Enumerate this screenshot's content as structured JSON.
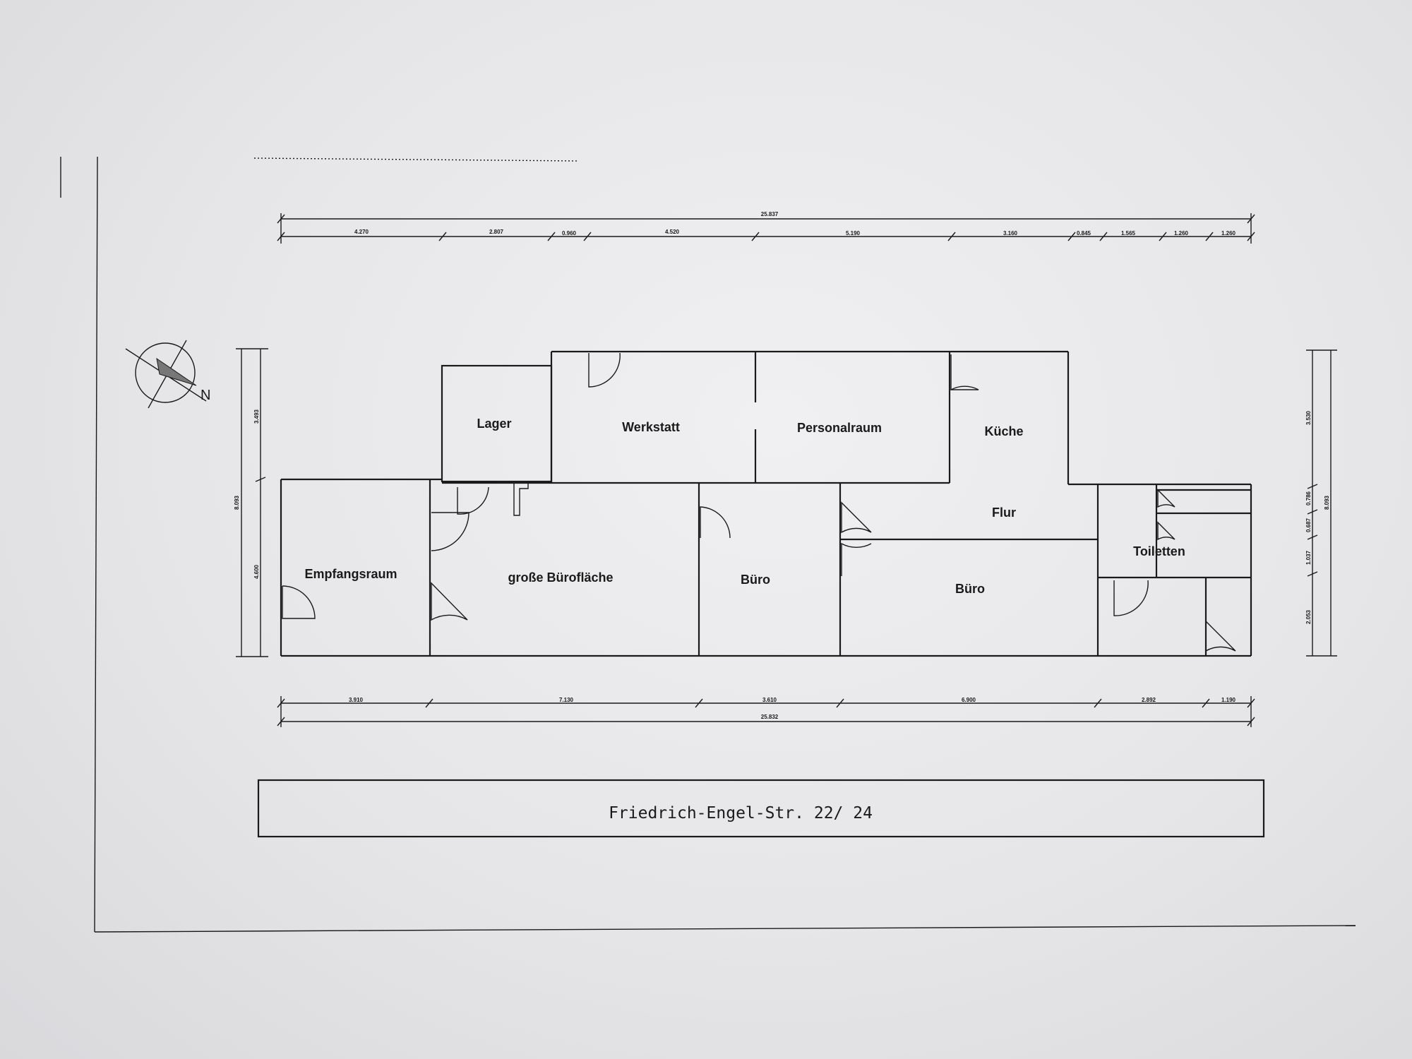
{
  "rooms": {
    "lager": "Lager",
    "werkstatt": "Werkstatt",
    "personalraum": "Personalraum",
    "kueche": "Küche",
    "flur": "Flur",
    "empfangsraum": "Empfangsraum",
    "grosse_buroflaeche": "große Bürofläche",
    "buero_1": "Büro",
    "buero_2": "Büro",
    "toiletten": "Toiletten"
  },
  "compass": {
    "label": "N",
    "icon": "north-arrow-icon"
  },
  "street_label": "Friedrich-Engel-Str. 22/ 24",
  "dimensions": {
    "top_total": "25.837",
    "top_segments": [
      "4.270",
      "2.807",
      "0.960",
      "4.520",
      "5.190",
      "3.160",
      "0.845",
      "1.565",
      "1.260",
      "1.260"
    ],
    "bottom_segments": [
      "3.910",
      "7.130",
      "3.610",
      "6.900",
      "2.892",
      "1.190"
    ],
    "bottom_total": "25.832",
    "left_total": "8.093",
    "left_segments": [
      "3.493",
      "4.600"
    ],
    "right_total": "8.093",
    "right_segments": [
      "3.530",
      "0.786",
      "0.687",
      "1.037",
      "2.053"
    ]
  },
  "colors": {
    "paper": "#ececee",
    "ink": "#1a1a1a"
  }
}
